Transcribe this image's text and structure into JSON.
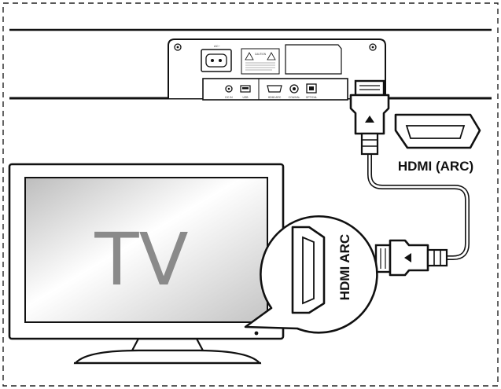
{
  "diagram": {
    "soundbar_ports": {
      "ac": "AC~",
      "dc_in": "DC IN",
      "usb": "USB",
      "hdmi_arc": "HDMI ARC",
      "coaxial": "COAXIAL",
      "optical": "OPTICAL",
      "warning": "CAUTION"
    },
    "soundbar_port_label": "HDMI (ARC)",
    "tv_label": "TV",
    "tv_port_label": "HDMI ARC"
  },
  "colors": {
    "line": "#1a1a1a",
    "cable": "#1a1a1a",
    "screen_gray": "#8a8a8a"
  }
}
